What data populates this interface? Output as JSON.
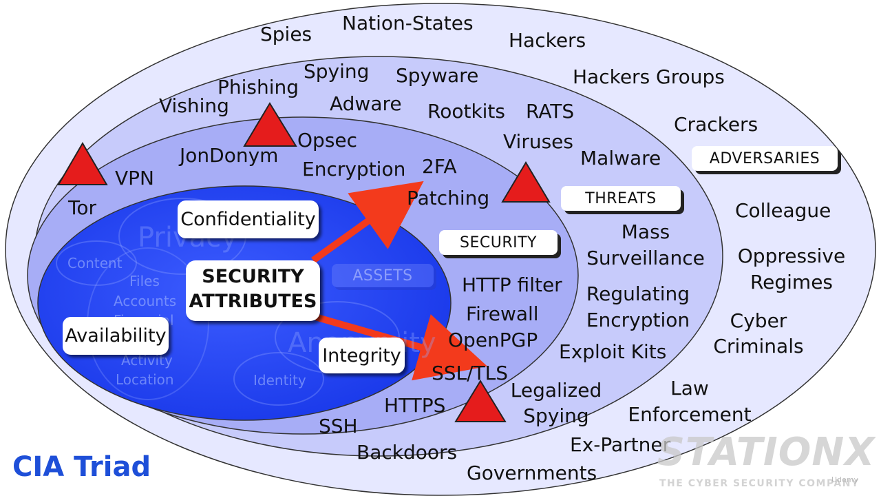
{
  "title": "CIA Triad",
  "layers": {
    "adversaries": "ADVERSARIES",
    "threats": "THREATS",
    "security": "SECURITY",
    "assets": "ASSETS"
  },
  "core": {
    "line1": "SECURITY",
    "line2": "ATTRIBUTES"
  },
  "attributes": {
    "confidentiality": "Confidentiality",
    "availability": "Availability",
    "integrity": "Integrity"
  },
  "assets_faint": {
    "privacy": "Privacy",
    "anonymity": "Anonymity",
    "content": "Content",
    "files": "Files",
    "accounts": "Accounts",
    "financial": "Financial",
    "activity": "Activity",
    "location": "Location",
    "identity": "Identity"
  },
  "adversaries": {
    "spies": "Spies",
    "nation_states": "Nation-States",
    "hackers": "Hackers",
    "hackers_groups": "Hackers Groups",
    "crackers": "Crackers",
    "colleague": "Colleague",
    "oppressive": [
      "Oppressive",
      "Regimes"
    ],
    "cyber": [
      "Cyber",
      "Criminals"
    ],
    "law": [
      "Law",
      "Enforcement"
    ],
    "ex_partner": "Ex-Partner",
    "governments": "Governments"
  },
  "threats": {
    "phishing": "Phishing",
    "vishing": "Vishing",
    "spying": "Spying",
    "adware": "Adware",
    "spyware": "Spyware",
    "rootkits": "Rootkits",
    "rats": "RATS",
    "viruses": "Viruses",
    "malware": "Malware",
    "mass": [
      "Mass",
      "Surveillance"
    ],
    "regulating": [
      "Regulating",
      "Encryption"
    ],
    "exploit": "Exploit Kits",
    "legalized": [
      "Legalized",
      "Spying"
    ],
    "backdoors": "Backdoors"
  },
  "security": {
    "jondonym": "JonDonym",
    "opsec": "Opsec",
    "encryption": "Encryption",
    "twofa": "2FA",
    "patching": "Patching",
    "vpn": "VPN",
    "tor": "Tor",
    "http_filter": "HTTP filter",
    "firewall": "Firewall",
    "openpgp": "OpenPGP",
    "ssl_tls": "SSL/TLS",
    "https": "HTTPS",
    "ssh": "SSH"
  },
  "logo": {
    "main": "STATIONX",
    "sub": "THE CYBER SECURITY COMPANY",
    "corner": "Udemy"
  },
  "colors": {
    "outer": "#e6e8ff",
    "threats": "#c7cbfb",
    "security": "#a7adf6",
    "assets": "#1e3ff0",
    "triangle": "#e51c1c",
    "arrow": "#f33a1c",
    "title": "#1e4fd8"
  }
}
